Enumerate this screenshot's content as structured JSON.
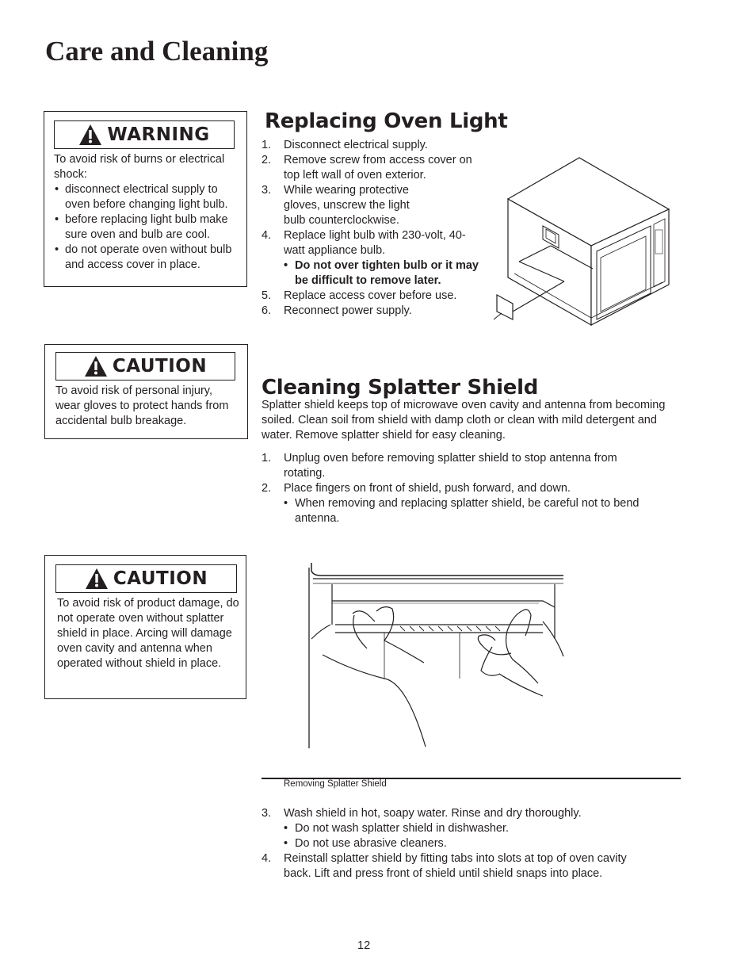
{
  "page": {
    "title": "Care and Cleaning",
    "number": "12"
  },
  "warning_box": {
    "banner_label": "WARNING",
    "intro": "To avoid risk of burns or electrical shock:",
    "items": [
      "disconnect electrical supply to oven before changing light bulb.",
      "before replacing light bulb make sure oven and bulb are cool.",
      "do not operate oven without bulb and access cover in place."
    ]
  },
  "caution_box_1": {
    "banner_label": "CAUTION",
    "text": "To avoid risk of personal injury, wear gloves to protect hands from accidental bulb breakage."
  },
  "caution_box_2": {
    "banner_label": "CAUTION",
    "text": "To avoid risk of product damage, do not operate oven without splatter shield in place. Arcing will damage oven cavity and antenna when operated without shield in place."
  },
  "replacing_oven_light": {
    "heading": "Replacing Oven Light",
    "steps": [
      {
        "num": "1.",
        "text": "Disconnect electrical supply."
      },
      {
        "num": "2.",
        "text": "Remove screw from access cover on top left wall of oven exterior."
      },
      {
        "num": "3.",
        "text": "While wearing protective gloves, unscrew the light bulb counterclockwise."
      },
      {
        "num": "4.",
        "text": "Replace light bulb with 230-volt, 40-watt appliance bulb.",
        "note": "Do not over tighten bulb or it may be difficult to remove later."
      },
      {
        "num": "5.",
        "text": "Replace access cover before use."
      },
      {
        "num": "6.",
        "text": "Reconnect power supply."
      }
    ]
  },
  "cleaning_splatter_shield": {
    "heading": "Cleaning Splatter Shield",
    "intro": "Splatter shield keeps top of microwave oven cavity and antenna from becoming soiled. Clean soil from shield with damp cloth or clean with mild detergent and water. Remove splatter shield for easy cleaning.",
    "steps_a": [
      {
        "num": "1.",
        "text": "Unplug oven before removing splatter shield to stop antenna from rotating."
      },
      {
        "num": "2.",
        "text": "Place fingers on front of shield, push forward, and down.",
        "bullets": [
          "When removing and replacing splatter shield, be careful not to bend antenna."
        ]
      }
    ],
    "figure_caption": "Removing Splatter Shield",
    "steps_b": [
      {
        "num": "3.",
        "text": "Wash shield in hot, soapy water. Rinse and dry thoroughly.",
        "bullets": [
          "Do not wash splatter shield in dishwasher.",
          "Do not use abrasive cleaners."
        ]
      },
      {
        "num": "4.",
        "text": "Reinstall splatter shield by fitting tabs into slots at top of oven cavity back. Lift and press front of shield until shield snaps into place."
      }
    ]
  }
}
